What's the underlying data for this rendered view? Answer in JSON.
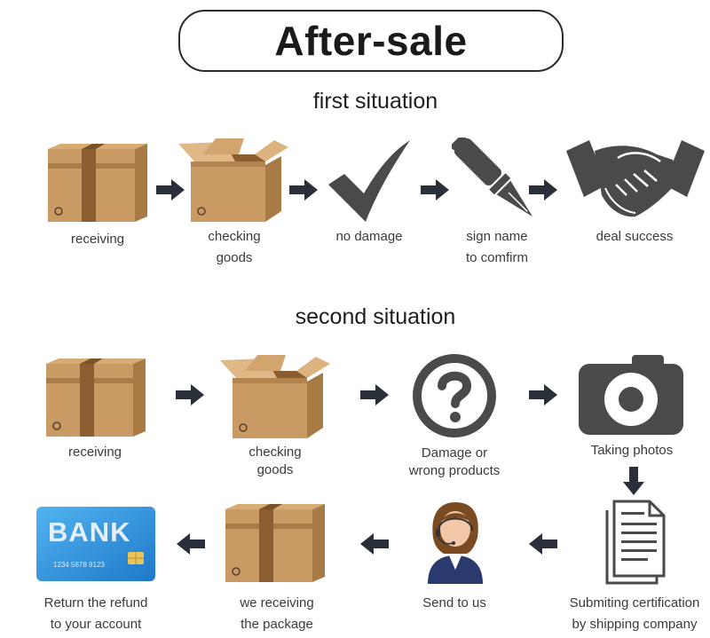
{
  "title": "After-sale",
  "first": {
    "heading": "first situation",
    "steps": [
      {
        "line1": "receiving",
        "line2": ""
      },
      {
        "line1": "checking",
        "line2": "goods"
      },
      {
        "line1": "no damage",
        "line2": ""
      },
      {
        "line1": "sign name",
        "line2": "to comfirm"
      },
      {
        "line1": "deal success",
        "line2": ""
      }
    ]
  },
  "second": {
    "heading": "second situation",
    "steps": [
      {
        "line1": "receiving",
        "line2": ""
      },
      {
        "line1": "checking",
        "line2": "goods"
      },
      {
        "line1": "Damage or",
        "line2": "wrong products"
      },
      {
        "line1": "Taking photos",
        "line2": ""
      },
      {
        "line1": "Submiting certification",
        "line2": "by shipping company"
      },
      {
        "line1": "Send to us",
        "line2": ""
      },
      {
        "line1": "we receiving",
        "line2": "the package"
      },
      {
        "line1": "Return the refund",
        "line2": "to your account"
      }
    ]
  },
  "card": {
    "bank": "BANK",
    "number": "1234 5678 9123"
  },
  "colors": {
    "box": "#c99a63",
    "boxDark": "#a87a45",
    "tape": "#8a5e30",
    "icon": "#4a4a4a",
    "arrow": "#2a2f3a",
    "card": "#2d8fd6"
  }
}
